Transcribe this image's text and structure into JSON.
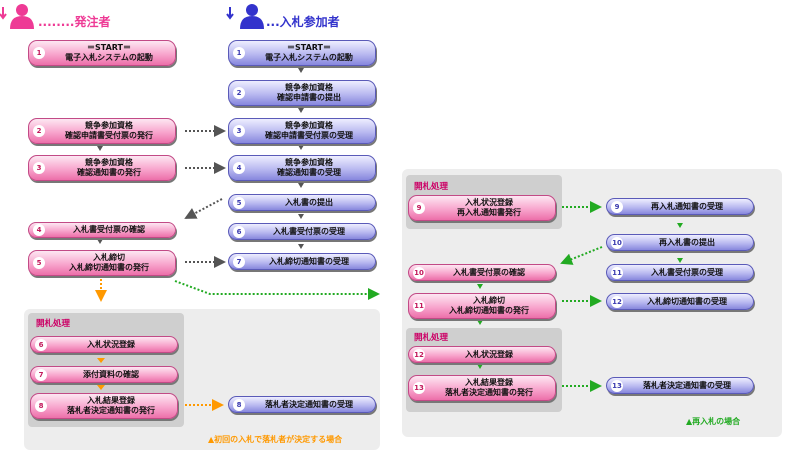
{
  "headers": {
    "orderer": "........発注者",
    "bidder": "...入札参加者"
  },
  "colors": {
    "pink": "#ee3a95",
    "blue": "#3333cc",
    "green": "#22aa22",
    "orange": "#ff9900",
    "grey": "#777777"
  },
  "orderer_boxes": [
    {
      "num": "1",
      "label": "＝START＝\n電子入札システムの起動"
    },
    {
      "num": "2",
      "label": "競争参加資格\n確認申請書受付票の発行"
    },
    {
      "num": "3",
      "label": "競争参加資格\n確認通知書の発行"
    },
    {
      "num": "4",
      "label": "入札書受付票の確認"
    },
    {
      "num": "5",
      "label": "入札締切\n入札締切通知書の発行"
    }
  ],
  "bidder_boxes": [
    {
      "num": "1",
      "label": "＝START＝\n電子入札システムの起動"
    },
    {
      "num": "2",
      "label": "競争参加資格\n確認申請書の提出"
    },
    {
      "num": "3",
      "label": "競争参加資格\n確認申請書受付票の受理"
    },
    {
      "num": "4",
      "label": "競争参加資格\n確認通知書の受理"
    },
    {
      "num": "5",
      "label": "入札書の提出"
    },
    {
      "num": "6",
      "label": "入札書受付票の受理"
    },
    {
      "num": "7",
      "label": "入札締切通知書の受理"
    }
  ],
  "first_opening": {
    "section_label": "開札処理",
    "boxes": [
      {
        "num": "6",
        "label": "入札状況登録"
      },
      {
        "num": "7",
        "label": "添付資料の確認"
      },
      {
        "num": "8",
        "label": "入札結果登録\n落札者決定通知書の発行"
      }
    ],
    "bidder_box": {
      "num": "8",
      "label": "落札者決定通知書の受理"
    },
    "footer": "▲初回の入札で落札者が決定する場合"
  },
  "rebid": {
    "section1_label": "開札処理",
    "section2_label": "開札処理",
    "orderer_boxes": [
      {
        "num": "9",
        "label": "入札状況登録\n再入札通知書発行"
      },
      {
        "num": "10",
        "label": "入札書受付票の確認"
      },
      {
        "num": "11",
        "label": "入札締切\n入札締切通知書の発行"
      },
      {
        "num": "12",
        "label": "入札状況登録"
      },
      {
        "num": "13",
        "label": "入札結果登録\n落札者決定通知書の発行"
      }
    ],
    "bidder_boxes": [
      {
        "num": "9",
        "label": "再入札通知書の受理"
      },
      {
        "num": "10",
        "label": "再入札書の提出"
      },
      {
        "num": "11",
        "label": "入札書受付票の受理"
      },
      {
        "num": "12",
        "label": "入札締切通知書の受理"
      },
      {
        "num": "13",
        "label": "落札者決定通知書の受理"
      }
    ],
    "footer": "▲再入札の場合"
  }
}
